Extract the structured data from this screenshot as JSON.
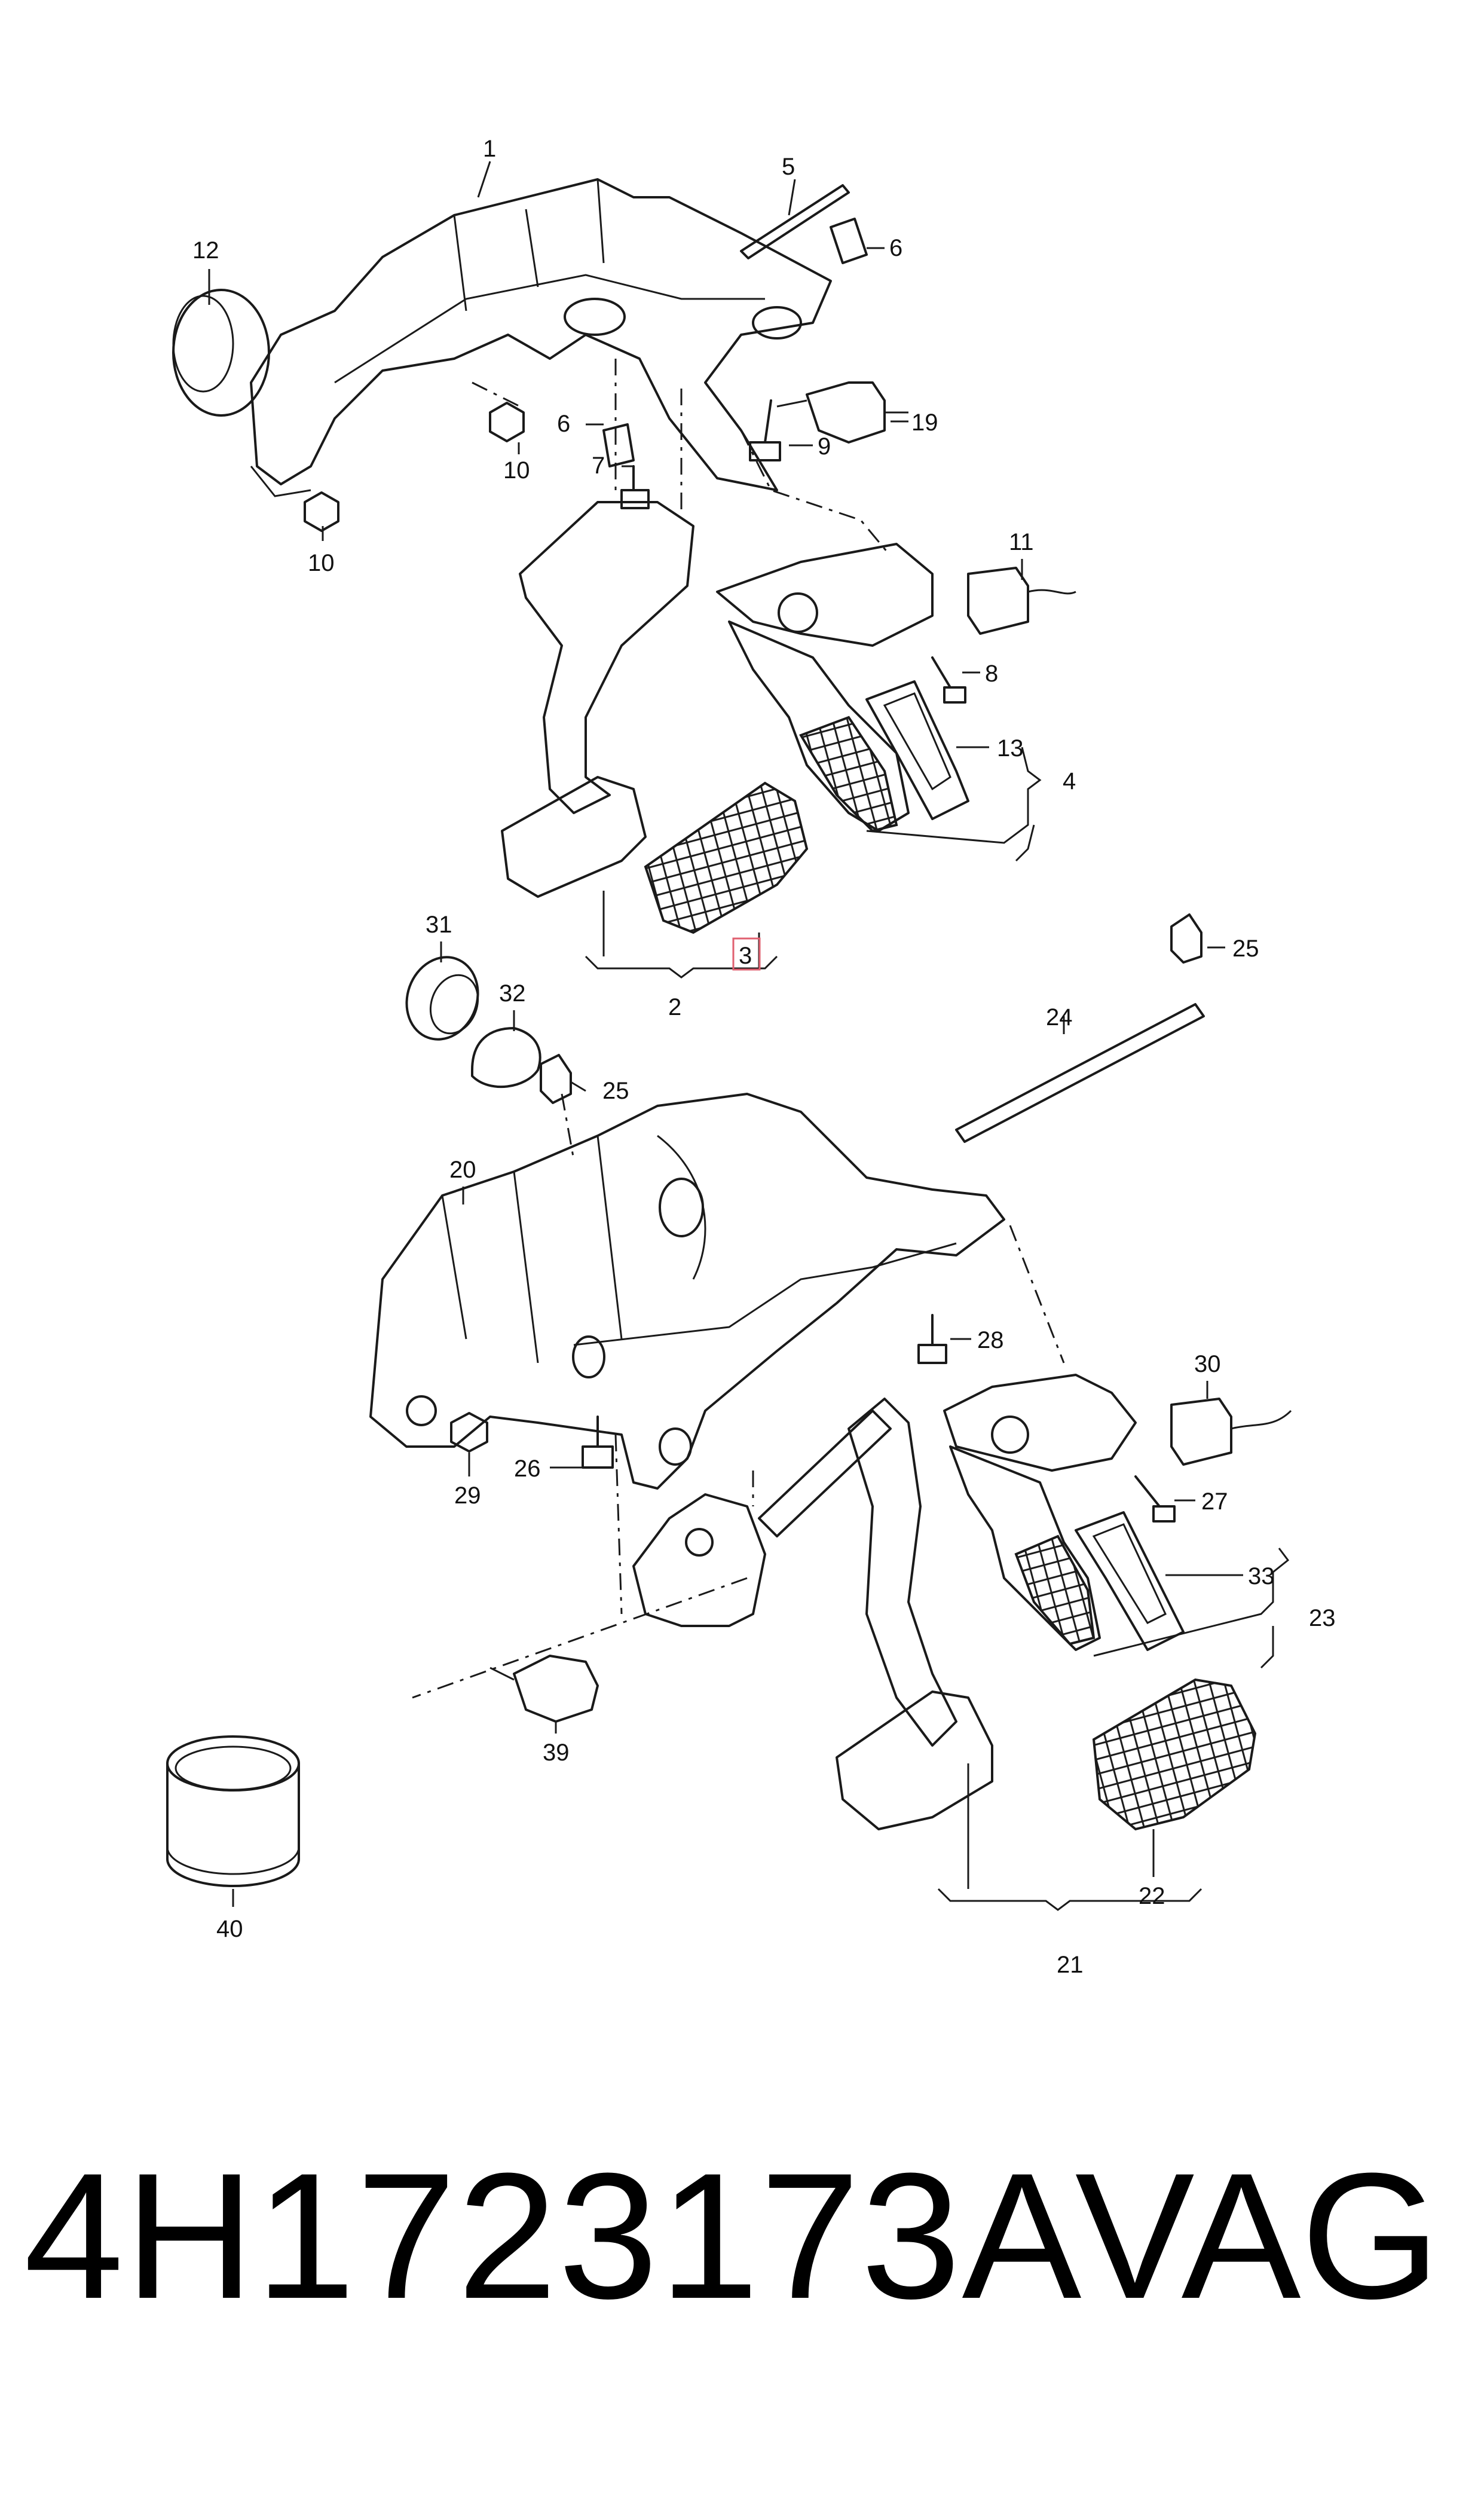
{
  "diagram": {
    "callouts": {
      "c1": "1",
      "c2": "2",
      "c3": "3",
      "c4": "4",
      "c5": "5",
      "c6a": "6",
      "c6b": "6",
      "c7": "7",
      "c8": "8",
      "c9": "9",
      "c10a": "10",
      "c10b": "10",
      "c11": "11",
      "c12": "12",
      "c13": "13",
      "c19": "19",
      "c20": "20",
      "c21": "21",
      "c22": "22",
      "c23": "23",
      "c24": "24",
      "c25a": "25",
      "c25b": "25",
      "c26": "26",
      "c27": "27",
      "c28": "28",
      "c29": "29",
      "c30": "30",
      "c31": "31",
      "c32": "32",
      "c33": "33",
      "c39": "39",
      "c40": "40"
    },
    "highlighted_callout": "3",
    "highlight_color": "#e06070"
  },
  "footer": {
    "part_number": "4H1723173A",
    "brand": "VAG"
  }
}
